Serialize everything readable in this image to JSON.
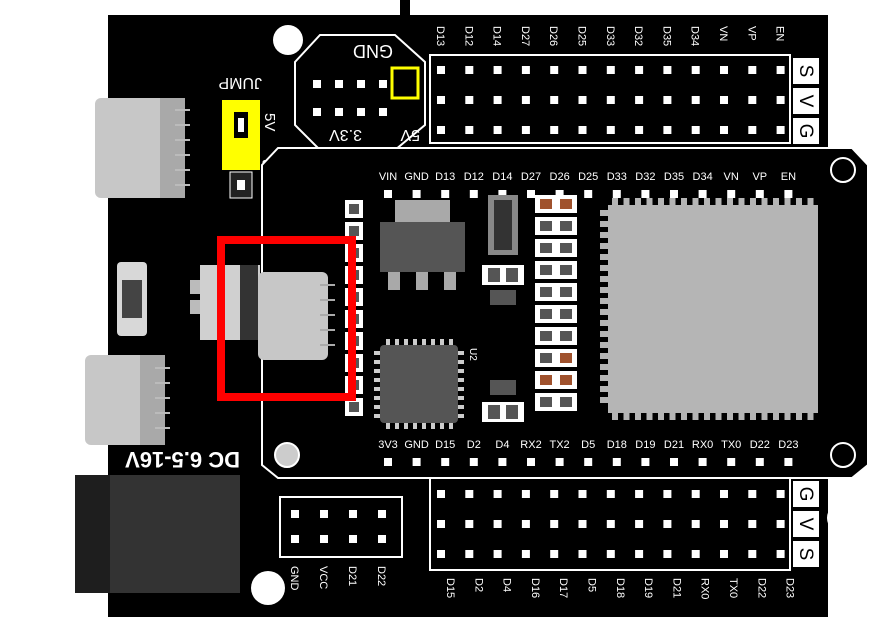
{
  "top_header_labels": [
    "D13",
    "D12",
    "D14",
    "D27",
    "D26",
    "D25",
    "D33",
    "D32",
    "D35",
    "D34",
    "VN",
    "VP",
    "EN"
  ],
  "bottom_header_labels": [
    "D15",
    "D2",
    "D4",
    "D16",
    "D17",
    "D5",
    "D18",
    "D19",
    "D21",
    "RX0",
    "TX0",
    "D22",
    "D23"
  ],
  "module_top_pins": [
    "VIN",
    "GND",
    "D13",
    "D12",
    "D14",
    "D27",
    "D26",
    "D25",
    "D33",
    "D32",
    "D35",
    "D34",
    "VN",
    "VP",
    "EN"
  ],
  "module_bottom_pins": [
    "3V3",
    "GND",
    "D15",
    "D2",
    "D4",
    "RX2",
    "TX2",
    "D5",
    "D18",
    "D19",
    "D21",
    "RX0",
    "TX0",
    "D22",
    "D23"
  ],
  "top_row_markers": [
    "S",
    "V",
    "G"
  ],
  "bottom_row_markers": [
    "G",
    "V",
    "S"
  ],
  "small_header_labels": [
    "GND",
    "VCC",
    "D21",
    "D22"
  ],
  "power_header": {
    "gnd": "GND",
    "v5": "5V",
    "v33": "3.3V"
  },
  "jump_label": "JUMP",
  "jumper_side_labels": [
    "5V",
    "3.3"
  ],
  "dc_label": "DC 6.5-16V",
  "u2_label": "U2",
  "colors": {
    "board": "#000000",
    "highlight": "#ff0000",
    "jumper": "#ffff00"
  }
}
